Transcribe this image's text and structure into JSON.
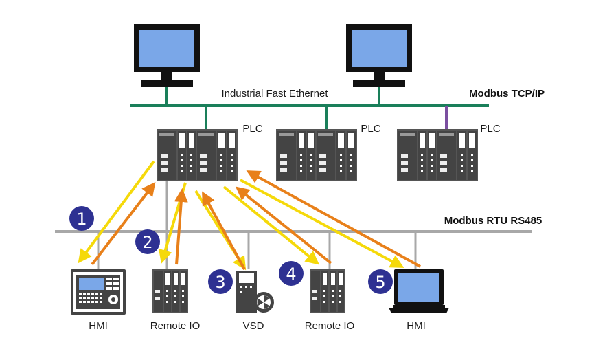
{
  "networks": {
    "ethernet": {
      "label": "Industrial Fast Ethernet",
      "protocol": "Modbus TCP/IP"
    },
    "serial": {
      "protocol": "Modbus RTU RS485"
    }
  },
  "plcs": [
    {
      "label": "PLC"
    },
    {
      "label": "PLC"
    },
    {
      "label": "PLC"
    }
  ],
  "devices": [
    {
      "label": "HMI",
      "step": "1"
    },
    {
      "label": "Remote IO",
      "step": "2"
    },
    {
      "label": "VSD",
      "step": "3"
    },
    {
      "label": "Remote IO",
      "step": "4"
    },
    {
      "label": "HMI",
      "step": "5"
    }
  ],
  "colors": {
    "ethernet_bus": "#1a7f5a",
    "serial_bus": "#a8a8a8",
    "request_arrow": "#f5d90a",
    "response_arrow": "#e8801a",
    "badge": "#2e3192",
    "tap_purple": "#7b4fa0",
    "device_body": "#444444",
    "screen": "#7aa7e8"
  }
}
